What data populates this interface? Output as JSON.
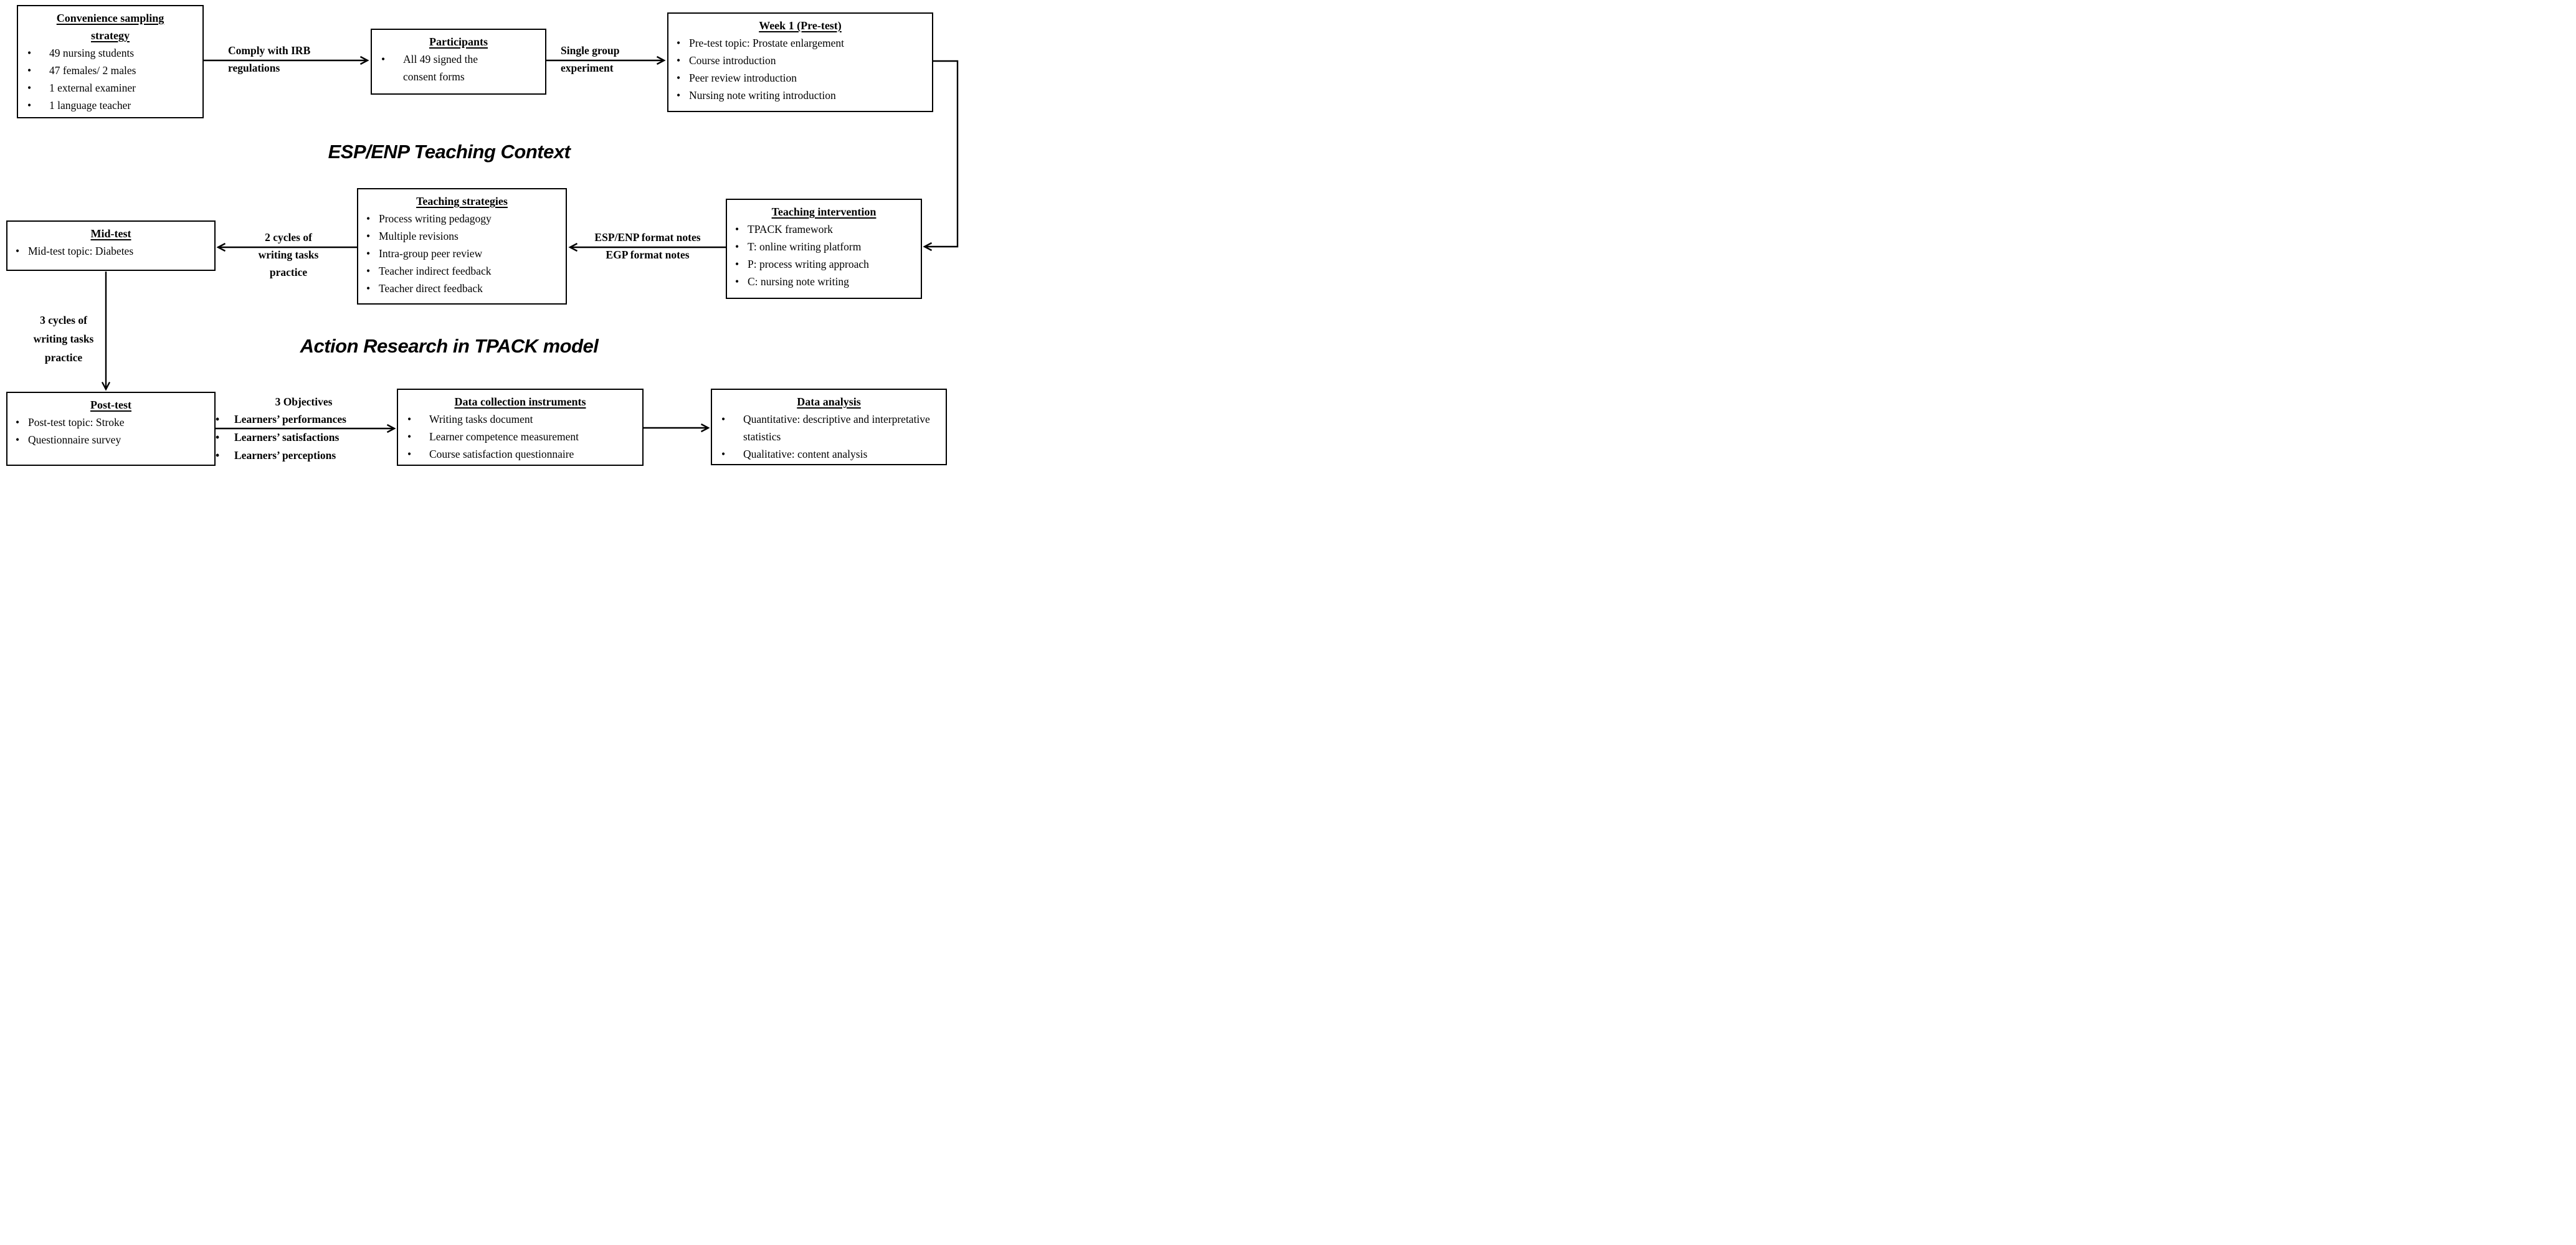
{
  "diagram": {
    "section_titles": {
      "top": "ESP/ENP Teaching Context",
      "bottom": "Action Research in TPACK model"
    },
    "boxes": {
      "convenience": {
        "title": "Convenience sampling strategy",
        "items": [
          "49 nursing students",
          "47 females/ 2 males",
          "1 external examiner",
          "1 language teacher"
        ]
      },
      "participants": {
        "title": "Participants",
        "items": [
          "All 49 signed the consent forms"
        ]
      },
      "week1": {
        "title": "Week 1 (Pre-test)",
        "items": [
          "Pre-test topic: Prostate enlargement",
          "Course introduction",
          "Peer review introduction",
          "Nursing note writing introduction"
        ]
      },
      "teaching_intervention": {
        "title": "Teaching intervention",
        "items": [
          "TPACK framework",
          "T: online writing platform",
          "P: process writing approach",
          "C: nursing note writing"
        ]
      },
      "teaching_strategies": {
        "title": "Teaching strategies",
        "items": [
          "Process writing pedagogy",
          "Multiple revisions",
          "Intra-group peer review",
          "Teacher indirect feedback",
          "Teacher direct feedback"
        ]
      },
      "mid_test": {
        "title": "Mid-test",
        "items": [
          "Mid-test topic: Diabetes"
        ]
      },
      "post_test": {
        "title": "Post-test",
        "items": [
          "Post-test topic: Stroke",
          "Questionnaire survey"
        ]
      },
      "data_collection": {
        "title": "Data collection instruments",
        "items": [
          "Writing tasks document",
          "Learner competence measurement",
          "Course satisfaction questionnaire"
        ]
      },
      "data_analysis": {
        "title": "Data analysis",
        "items": [
          "Quantitative: descriptive and interpretative statistics",
          "Qualitative: content analysis"
        ]
      }
    },
    "arrow_labels": {
      "irb": {
        "line1": "Comply with IRB",
        "line2": "regulations"
      },
      "single_group": {
        "line1": "Single group",
        "line2": "experiment"
      },
      "format_notes": {
        "line1": "ESP/ENP format notes",
        "line2": "EGP format notes"
      },
      "two_cycles": {
        "line1": "2 cycles of",
        "line2": "writing tasks",
        "line3": "practice"
      },
      "three_cycles": {
        "line1": "3 cycles of",
        "line2": "writing tasks",
        "line3": "practice"
      },
      "objectives": {
        "heading": "3 Objectives",
        "items": [
          "Learners’ performances",
          "Learners’ satisfactions",
          "Learners’ perceptions"
        ]
      }
    }
  }
}
